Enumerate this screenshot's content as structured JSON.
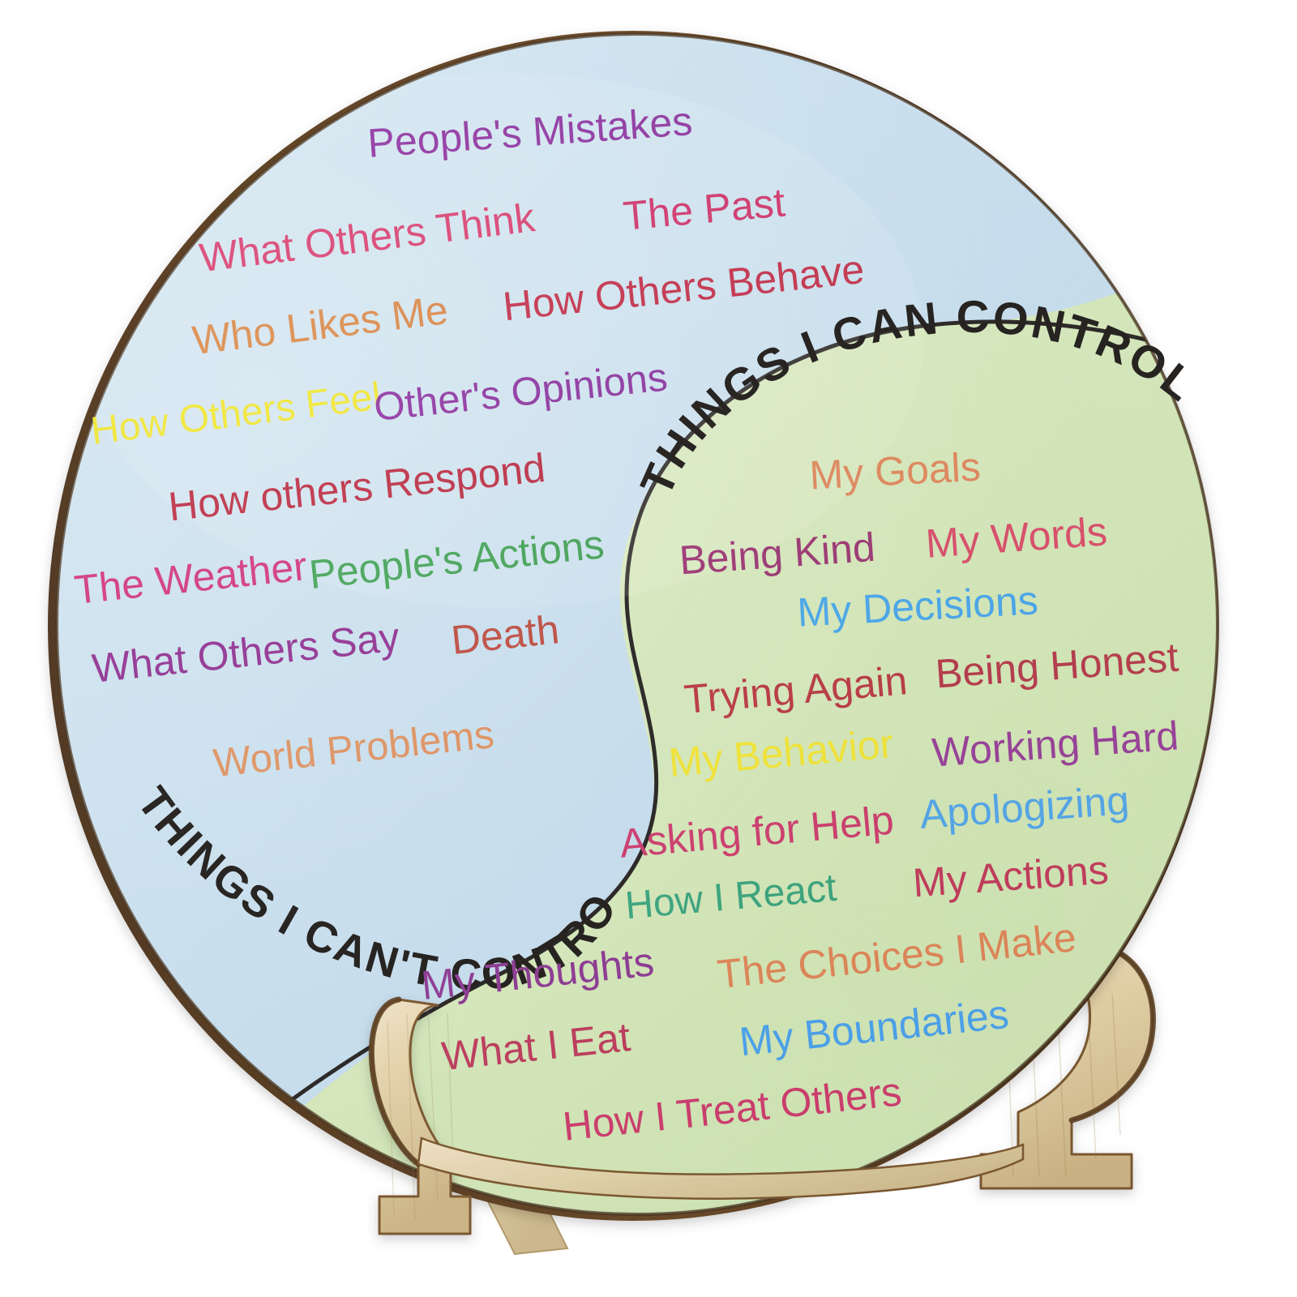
{
  "artifact": {
    "type": "wooden-desk-plaque",
    "shape": "circle-yin-yang",
    "stand": "wooden-easel-stand"
  },
  "colors": {
    "left_panel_bg": "#cbdfec",
    "right_panel_bg": "#d6e6bd",
    "divider_stroke": "#2c2a28",
    "wood_light": "#e8d9b8",
    "wood_mid": "#d9c49c",
    "wood_dark": "#6b4a2a",
    "heading_text": "#262321"
  },
  "headings": {
    "left": "THINGS I CAN'T CONTROL",
    "right": "THINGS I CAN CONTROL"
  },
  "cant_control": [
    {
      "label": "People's Mistakes",
      "color": "#8e3fa0"
    },
    {
      "label": "What Others Think",
      "color": "#d84a72"
    },
    {
      "label": "The Past",
      "color": "#cf3f6e"
    },
    {
      "label": "Who Likes Me",
      "color": "#d98450"
    },
    {
      "label": "How Others Behave",
      "color": "#c23b52"
    },
    {
      "label": "How Others Feel",
      "color": "#efe43c"
    },
    {
      "label": "Other's Opinions",
      "color": "#8b3f9e"
    },
    {
      "label": "How others Respond",
      "color": "#b9394b"
    },
    {
      "label": "The Weather",
      "color": "#cf3f7a"
    },
    {
      "label": "People's Actions",
      "color": "#4aa05a"
    },
    {
      "label": "What Others Say",
      "color": "#8d3a8e"
    },
    {
      "label": "Death",
      "color": "#bb5147"
    },
    {
      "label": "World Problems",
      "color": "#dd9063"
    }
  ],
  "can_control": [
    {
      "label": "My Goals",
      "color": "#de8a62"
    },
    {
      "label": "Being Kind",
      "color": "#9c3d76"
    },
    {
      "label": "My Words",
      "color": "#d8536f"
    },
    {
      "label": "My Decisions",
      "color": "#4ea8e8"
    },
    {
      "label": "Trying Again",
      "color": "#b93f48"
    },
    {
      "label": "Being Honest",
      "color": "#b64050"
    },
    {
      "label": "My Behavior",
      "color": "#efe23a"
    },
    {
      "label": "Working Hard",
      "color": "#9b459b"
    },
    {
      "label": "Asking for Help",
      "color": "#cc4272"
    },
    {
      "label": "Apologizing",
      "color": "#58a8e6"
    },
    {
      "label": "How I React",
      "color": "#3fa681"
    },
    {
      "label": "My Actions",
      "color": "#c24060"
    },
    {
      "label": "My Thoughts",
      "color": "#8e3e94"
    },
    {
      "label": "The Choices I Make",
      "color": "#dd8a5c"
    },
    {
      "label": "What I Eat",
      "color": "#bd4060"
    },
    {
      "label": "My Boundaries",
      "color": "#4ea3e8"
    },
    {
      "label": "How I Treat Others",
      "color": "#cb4070"
    }
  ]
}
